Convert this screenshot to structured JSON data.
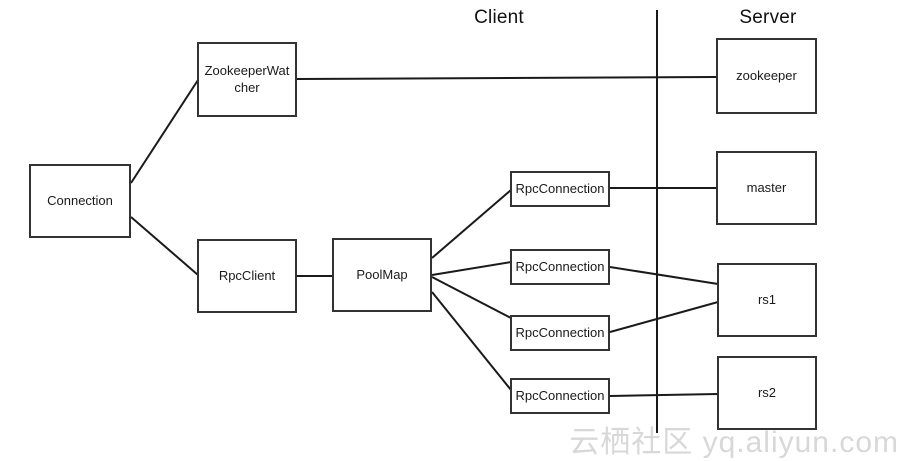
{
  "diagram": {
    "client_label": "Client",
    "server_label": "Server",
    "watermark": "云栖社区 yq.aliyun.com",
    "colors": {
      "line": "#1a1a1a",
      "box_border": "#333333",
      "text": "#1a1a1a",
      "watermark": "#d8d8d8",
      "background": "#ffffff"
    },
    "nodes": [
      {
        "id": "connection",
        "label": "Connection",
        "side": "client"
      },
      {
        "id": "zookeeper-watcher",
        "label": "ZookeeperWatcher",
        "side": "client"
      },
      {
        "id": "rpc-client",
        "label": "RpcClient",
        "side": "client"
      },
      {
        "id": "pool-map",
        "label": "PoolMap",
        "side": "client"
      },
      {
        "id": "rpc-connection-1",
        "label": "RpcConnection",
        "side": "client"
      },
      {
        "id": "rpc-connection-2",
        "label": "RpcConnection",
        "side": "client"
      },
      {
        "id": "rpc-connection-3",
        "label": "RpcConnection",
        "side": "client"
      },
      {
        "id": "rpc-connection-4",
        "label": "RpcConnection",
        "side": "client"
      },
      {
        "id": "zookeeper",
        "label": "zookeeper",
        "side": "server"
      },
      {
        "id": "master",
        "label": "master",
        "side": "server"
      },
      {
        "id": "rs1",
        "label": "rs1",
        "side": "server"
      },
      {
        "id": "rs2",
        "label": "rs2",
        "side": "server"
      }
    ],
    "edges": [
      {
        "from": "connection",
        "to": "zookeeper-watcher"
      },
      {
        "from": "connection",
        "to": "rpc-client"
      },
      {
        "from": "zookeeper-watcher",
        "to": "zookeeper"
      },
      {
        "from": "rpc-client",
        "to": "pool-map"
      },
      {
        "from": "pool-map",
        "to": "rpc-connection-1"
      },
      {
        "from": "pool-map",
        "to": "rpc-connection-2"
      },
      {
        "from": "pool-map",
        "to": "rpc-connection-3"
      },
      {
        "from": "pool-map",
        "to": "rpc-connection-4"
      },
      {
        "from": "rpc-connection-1",
        "to": "master"
      },
      {
        "from": "rpc-connection-2",
        "to": "rs1"
      },
      {
        "from": "rpc-connection-3",
        "to": "rs1"
      },
      {
        "from": "rpc-connection-4",
        "to": "rs2"
      }
    ]
  }
}
